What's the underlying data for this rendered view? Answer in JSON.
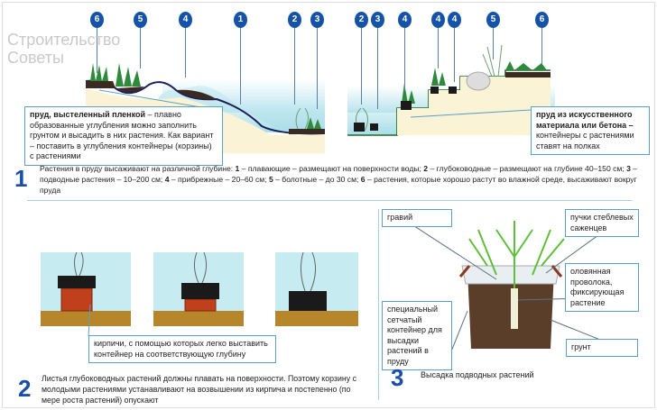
{
  "watermark": {
    "line1": "Строительство",
    "line2": "Советы"
  },
  "section1": {
    "badges_left": [
      "6",
      "5",
      "4",
      "1",
      "2",
      "3"
    ],
    "badges_right": [
      "2",
      "3",
      "4",
      "4",
      "4",
      "5",
      "6"
    ],
    "left_box": {
      "title": "пруд, выстеленный пленкой",
      "text": " – плавно образованные углубления можно заполнить грунтом и высадить в них растения. Как вариант – поставить в углубления контейнеры (корзины) с растениями"
    },
    "right_box": {
      "title": "пруд из искусственного материала или бетона –",
      "text": " контейнеры с растениями ставят на полках"
    },
    "number": "1",
    "caption_parts": [
      "Растения в пруду высаживают на различной глубине: ",
      "1",
      " – плавающие – размещают на поверхности воды; ",
      "2",
      " – глубоководные – размещают на глубине 40–150 см; ",
      "3",
      " – подводные растения – 10–200 см; ",
      "4",
      " – прибрежные – 20–60 см; ",
      "5",
      " – болотные – до 30 см; ",
      "6",
      " – растения, которые хорошо растут во влажной среде, высаживают вокруг пруда"
    ]
  },
  "section2": {
    "label": "кирпичи, с помощью которых легко выставить контейнер на соответствующую глубину",
    "number": "2",
    "caption": "Листья глубоководных растений должны плавать на поверхности. Поэтому корзину с молодыми растениями устанавливают на возвышении из кирпича и постепенно (по мере роста растений) опускают"
  },
  "section3": {
    "labels": {
      "gravel": "гравий",
      "bundles": "пучки стеблевых саженцев",
      "wire": "оловянная проволока, фиксирующая растение",
      "container": "специальный сетчатый контейнер для высадки растений в пруду",
      "soil": "грунт"
    },
    "number": "3",
    "caption": "Высадка подводных растений"
  },
  "colors": {
    "accent": "#1553a8",
    "water": "#bfe6ee",
    "soil": "#3a2a22",
    "brick": "#c0401c",
    "ground": "#b8862a"
  }
}
